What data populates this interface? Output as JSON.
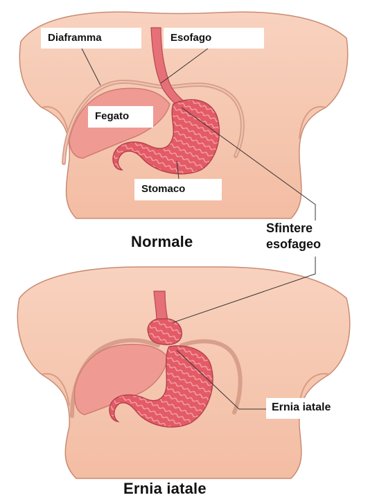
{
  "labels": {
    "diaframma": "Diaframma",
    "esofago": "Esofago",
    "fegato": "Fegato",
    "stomaco": "Stomaco",
    "normale": "Normale",
    "sfintere_line1": "Sfintere",
    "sfintere_line2": "esofageo",
    "ernia_iatale_side": "Ernia iatale",
    "ernia_iatale_title": "Ernia iatale"
  },
  "colors": {
    "skin": "#f6c7ad",
    "skin_shadow": "#e9a68b",
    "outline": "#b9775f",
    "liver": "#ef9a93",
    "liver_dark": "#d17a74",
    "stomach": "#e7606a",
    "stomach_light": "#f4a0a6",
    "diaphragm": "#dca792",
    "leader_line": "#333333"
  }
}
